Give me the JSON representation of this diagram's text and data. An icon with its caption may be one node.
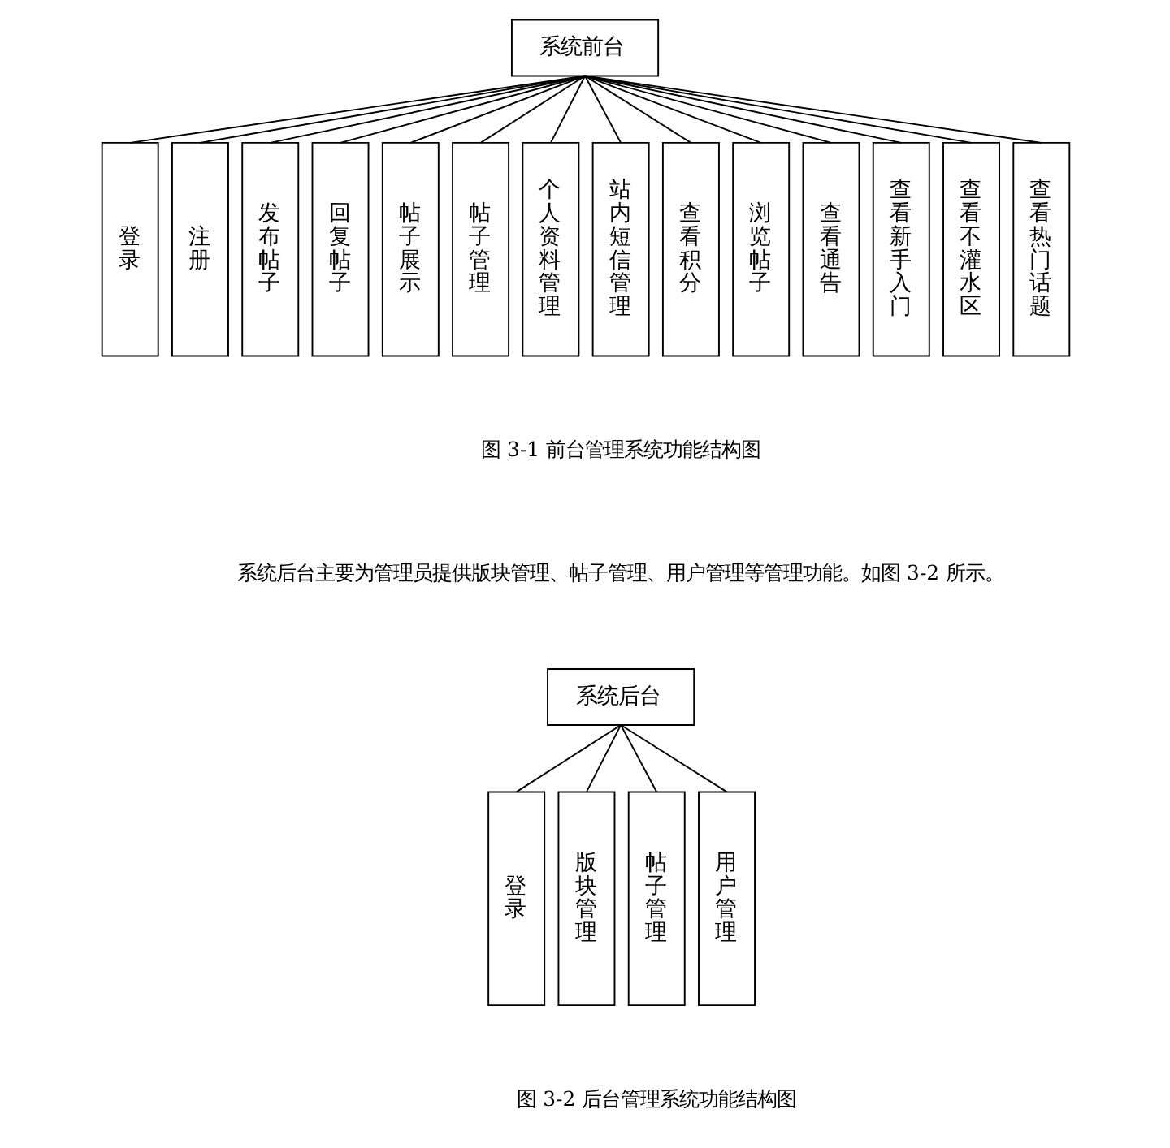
{
  "diagram": {
    "nodes": [
      {
        "text": [
          "系统前台"
        ]
      },
      {
        "text": [
          "登录"
        ]
      },
      {
        "text": [
          "注册"
        ]
      },
      {
        "text": [
          "发布帖子"
        ]
      },
      {
        "text": [
          "回复帖子"
        ]
      },
      {
        "text": [
          "帖子展示"
        ]
      },
      {
        "text": [
          "帖子管理"
        ]
      },
      {
        "text": [
          "个人资料管理"
        ]
      },
      {
        "text": [
          "站内短信管理"
        ]
      },
      {
        "text": [
          "查看积分"
        ]
      },
      {
        "text": [
          "浏览帖子"
        ]
      },
      {
        "text": [
          "查看通告"
        ]
      },
      {
        "text": [
          "查看新手入门"
        ]
      },
      {
        "text": [
          "查看不灌水区"
        ]
      },
      {
        "text": [
          "查看热门话题"
        ]
      },
      {
        "text": [
          "系统后台"
        ]
      },
      {
        "text": [
          "登录"
        ]
      },
      {
        "text": [
          "版块管理"
        ]
      },
      {
        "text": [
          "帖子管理"
        ]
      },
      {
        "text": [
          "用户管理"
        ]
      }
    ],
    "edges": [
      {
        "from": 0,
        "to": 1,
        "arrow": "none"
      },
      {
        "from": 0,
        "to": 2,
        "arrow": "none"
      },
      {
        "from": 0,
        "to": 3,
        "arrow": "none"
      },
      {
        "from": 0,
        "to": 4,
        "arrow": "none"
      },
      {
        "from": 0,
        "to": 5,
        "arrow": "none"
      },
      {
        "from": 0,
        "to": 6,
        "arrow": "none"
      },
      {
        "from": 0,
        "to": 7,
        "arrow": "none"
      },
      {
        "from": 0,
        "to": 8,
        "arrow": "none"
      },
      {
        "from": 0,
        "to": 9,
        "arrow": "none"
      },
      {
        "from": 0,
        "to": 10,
        "arrow": "none"
      },
      {
        "from": 0,
        "to": 11,
        "arrow": "none"
      },
      {
        "from": 0,
        "to": 12,
        "arrow": "none"
      },
      {
        "from": 0,
        "to": 13,
        "arrow": "none"
      },
      {
        "from": 0,
        "to": 14,
        "arrow": "none"
      },
      {
        "from": 15,
        "to": 16,
        "arrow": "none"
      },
      {
        "from": 15,
        "to": 17,
        "arrow": "none"
      },
      {
        "from": 15,
        "to": 18,
        "arrow": "none"
      },
      {
        "from": 15,
        "to": 19,
        "arrow": "none"
      }
    ],
    "labels": [
      "图 3-1 前台管理系统功能结构图",
      "系统后台主要为管理员提供版块管理、帖子管理、用户管理等管理功能。如图 3-2 所示。",
      "图 3-2 后台管理系统功能结构图"
    ]
  }
}
